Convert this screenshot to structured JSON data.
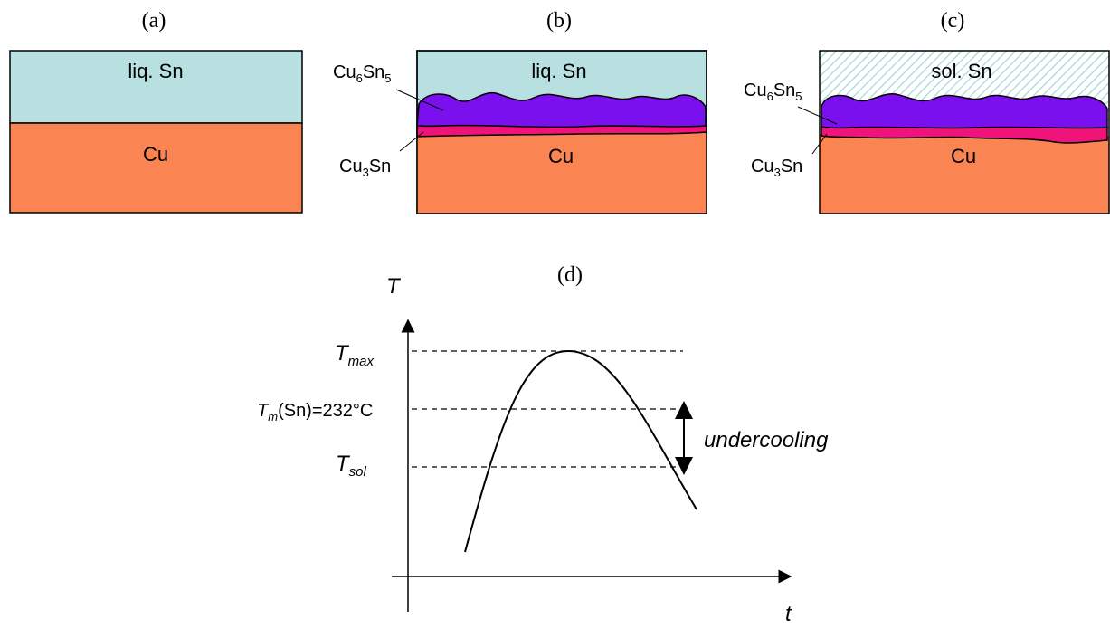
{
  "panels": {
    "a": {
      "label": "(a)",
      "top_layer": "liq. Sn",
      "substrate": "Cu"
    },
    "b": {
      "label": "(b)",
      "top_layer": "liq. Sn",
      "substrate": "Cu",
      "imc_upper_base": "Cu",
      "imc_upper_sub1": "6",
      "imc_upper_mid": "Sn",
      "imc_upper_sub2": "5",
      "imc_lower_base": "Cu",
      "imc_lower_sub1": "3",
      "imc_lower_mid": "Sn"
    },
    "c": {
      "label": "(c)",
      "top_layer": "sol. Sn",
      "substrate": "Cu",
      "imc_upper_base": "Cu",
      "imc_upper_sub1": "6",
      "imc_upper_mid": "Sn",
      "imc_upper_sub2": "5",
      "imc_lower_base": "Cu",
      "imc_lower_sub1": "3",
      "imc_lower_mid": "Sn"
    }
  },
  "plot": {
    "label": "(d)",
    "y_axis": "T",
    "x_axis": "t",
    "tmax_main": "T",
    "tmax_sub": "max",
    "tm_main": "T",
    "tm_sub": "m",
    "tm_rest": "(Sn)=232°C",
    "tsol_main": "T",
    "tsol_sub": "sol",
    "undercooling": "undercooling"
  },
  "colors": {
    "liquid_sn": "#b8e0e0",
    "cu": "#fa8452",
    "cu6sn5": "#7b10ee",
    "cu3sn": "#f0147a",
    "hatch": "#a8d8d8"
  }
}
